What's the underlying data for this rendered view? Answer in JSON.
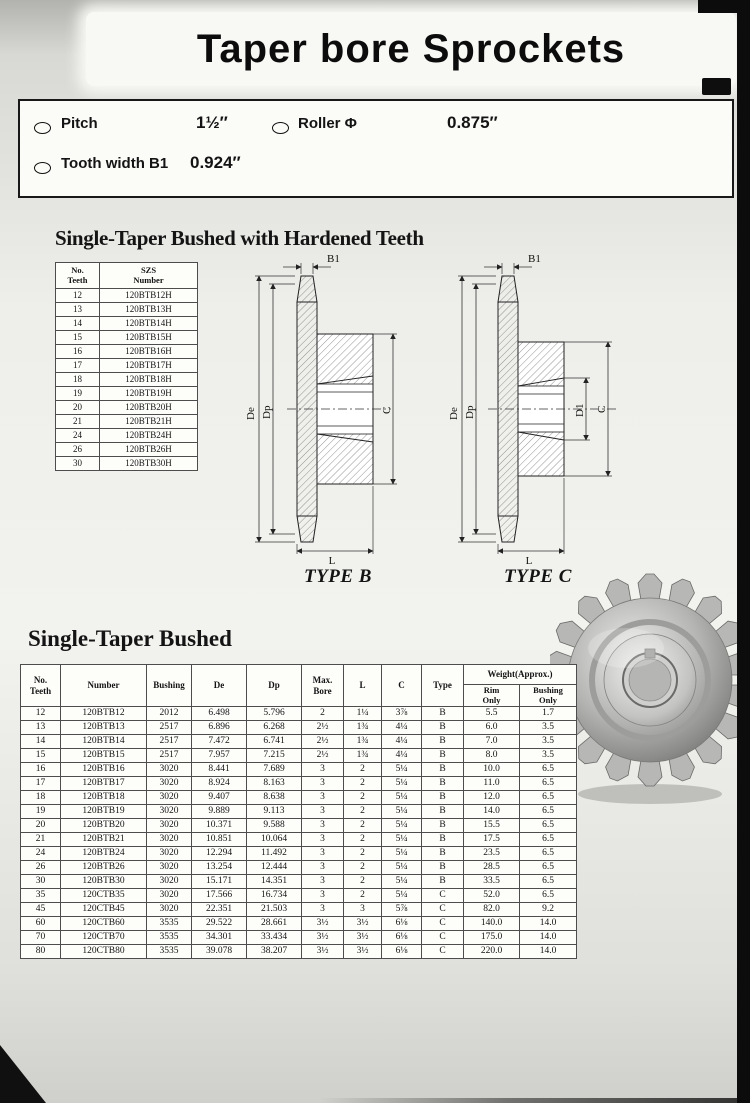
{
  "page": {
    "title": "Taper bore Sprockets"
  },
  "specs": {
    "pitch_label": "Pitch",
    "pitch_value": "1½″",
    "roller_label": "Roller Φ",
    "roller_value": "0.875″",
    "tooth_width_label": "Tooth width B1",
    "tooth_width_value": "0.924″"
  },
  "hardened_section": {
    "heading": "Single-Taper Bushed with Hardened Teeth",
    "table": {
      "headers": [
        "No.\nTeeth",
        "SZS\nNumber"
      ],
      "rows": [
        [
          "12",
          "120BTB12H"
        ],
        [
          "13",
          "120BTB13H"
        ],
        [
          "14",
          "120BTB14H"
        ],
        [
          "15",
          "120BTB15H"
        ],
        [
          "16",
          "120BTB16H"
        ],
        [
          "17",
          "120BTB17H"
        ],
        [
          "18",
          "120BTB18H"
        ],
        [
          "19",
          "120BTB19H"
        ],
        [
          "20",
          "120BTB20H"
        ],
        [
          "21",
          "120BTB21H"
        ],
        [
          "24",
          "120BTB24H"
        ],
        [
          "26",
          "120BTB26H"
        ],
        [
          "30",
          "120BTB30H"
        ]
      ],
      "group_starts": [
        3,
        6,
        9
      ]
    }
  },
  "drawings": {
    "type_b": {
      "label": "TYPE B",
      "dims": {
        "b1": "B1",
        "de": "De",
        "dp": "Dp",
        "c": "C",
        "l": "L"
      }
    },
    "type_c": {
      "label": "TYPE C",
      "dims": {
        "b1": "B1",
        "de": "De",
        "dp": "Dp",
        "d1": "D1",
        "c": "C",
        "l": "L"
      }
    }
  },
  "bushed_section": {
    "heading": "Single-Taper Bushed",
    "table": {
      "headers": [
        "No.\nTeeth",
        "Number",
        "Bushing",
        "De",
        "Dp",
        "Max.\nBore",
        "L",
        "C",
        "Type"
      ],
      "weight_header": "Weight(Approx.)",
      "weight_sub": [
        "Rim\nOnly",
        "Bushing\nOnly"
      ],
      "rows": [
        [
          "12",
          "120BTB12",
          "2012",
          "6.498",
          "5.796",
          "2",
          "1¼",
          "3⅞",
          "B",
          "5.5",
          "1.7"
        ],
        [
          "13",
          "120BTB13",
          "2517",
          "6.896",
          "6.268",
          "2½",
          "1¾",
          "4¼",
          "B",
          "6.0",
          "3.5"
        ],
        [
          "14",
          "120BTB14",
          "2517",
          "7.472",
          "6.741",
          "2½",
          "1¾",
          "4¼",
          "B",
          "7.0",
          "3.5"
        ],
        [
          "15",
          "120BTB15",
          "2517",
          "7.957",
          "7.215",
          "2½",
          "1¾",
          "4¼",
          "B",
          "8.0",
          "3.5"
        ],
        [
          "16",
          "120BTB16",
          "3020",
          "8.441",
          "7.689",
          "3",
          "2",
          "5¼",
          "B",
          "10.0",
          "6.5"
        ],
        [
          "17",
          "120BTB17",
          "3020",
          "8.924",
          "8.163",
          "3",
          "2",
          "5¼",
          "B",
          "11.0",
          "6.5"
        ],
        [
          "18",
          "120BTB18",
          "3020",
          "9.407",
          "8.638",
          "3",
          "2",
          "5¼",
          "B",
          "12.0",
          "6.5"
        ],
        [
          "19",
          "120BTB19",
          "3020",
          "9.889",
          "9.113",
          "3",
          "2",
          "5¼",
          "B",
          "14.0",
          "6.5"
        ],
        [
          "20",
          "120BTB20",
          "3020",
          "10.371",
          "9.588",
          "3",
          "2",
          "5¼",
          "B",
          "15.5",
          "6.5"
        ],
        [
          "21",
          "120BTB21",
          "3020",
          "10.851",
          "10.064",
          "3",
          "2",
          "5¼",
          "B",
          "17.5",
          "6.5"
        ],
        [
          "24",
          "120BTB24",
          "3020",
          "12.294",
          "11.492",
          "3",
          "2",
          "5¼",
          "B",
          "23.5",
          "6.5"
        ],
        [
          "26",
          "120BTB26",
          "3020",
          "13.254",
          "12.444",
          "3",
          "2",
          "5¼",
          "B",
          "28.5",
          "6.5"
        ],
        [
          "30",
          "120BTB30",
          "3020",
          "15.171",
          "14.351",
          "3",
          "2",
          "5¼",
          "B",
          "33.5",
          "6.5"
        ],
        [
          "35",
          "120CTB35",
          "3020",
          "17.566",
          "16.734",
          "3",
          "2",
          "5¼",
          "C",
          "52.0",
          "6.5"
        ],
        [
          "45",
          "120CTB45",
          "3020",
          "22.351",
          "21.503",
          "3",
          "3",
          "5⅞",
          "C",
          "82.0",
          "9.2"
        ],
        [
          "60",
          "120CTB60",
          "3535",
          "29.522",
          "28.661",
          "3½",
          "3½",
          "6⅛",
          "C",
          "140.0",
          "14.0"
        ],
        [
          "70",
          "120CTB70",
          "3535",
          "34.301",
          "33.434",
          "3½",
          "3½",
          "6⅛",
          "C",
          "175.0",
          "14.0"
        ],
        [
          "80",
          "120CTB80",
          "3535",
          "39.078",
          "38.207",
          "3½",
          "3½",
          "6⅛",
          "C",
          "220.0",
          "14.0"
        ]
      ],
      "group_starts": [
        4,
        8,
        12,
        15
      ]
    }
  }
}
